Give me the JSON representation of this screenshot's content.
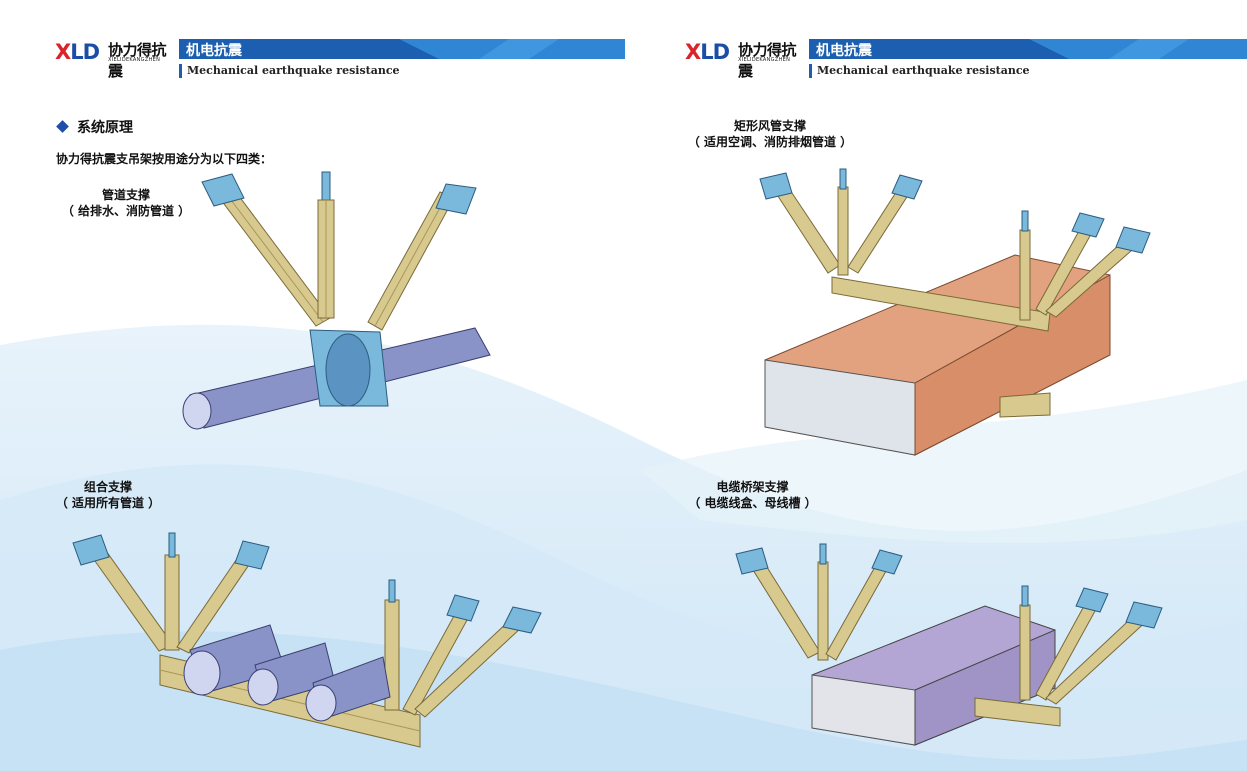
{
  "left_header": {
    "logo_mark": "XLD",
    "logo_name": "协力得抗震",
    "logo_pinyin": "XIELIDEKANGZHEN",
    "band_title": "机电抗震",
    "subtitle": "Mechanical earthquake resistance"
  },
  "right_header": {
    "logo_mark": "XLD",
    "logo_name": "协力得抗震",
    "logo_pinyin": "XIELIDEKANGZHEN",
    "band_title": "机电抗震",
    "subtitle": "Mechanical earthquake resistance"
  },
  "section": {
    "title": "系统原理",
    "intro": "协力得抗震支吊架按用途分为以下四类："
  },
  "captions": {
    "pipe": {
      "line1": "管道支撑",
      "line2": "（ 给排水、消防管道 ）"
    },
    "combo": {
      "line1": "组合支撑",
      "line2": "（ 适用所有管道 ）"
    },
    "duct": {
      "line1": "矩形风管支撑",
      "line2": "（ 适用空调、消防排烟管道 ）"
    },
    "cable": {
      "line1": "电缆桥架支撑",
      "line2": "（ 电缆线盒、母线槽 ）"
    }
  },
  "colors": {
    "brand_blue": "#1c5fb0",
    "strut": "#d8c98e",
    "bracket": "#7ab8dc",
    "pipe": "#8a93c8",
    "duct": "#e3a27f",
    "tray": "#b3a6d4"
  }
}
